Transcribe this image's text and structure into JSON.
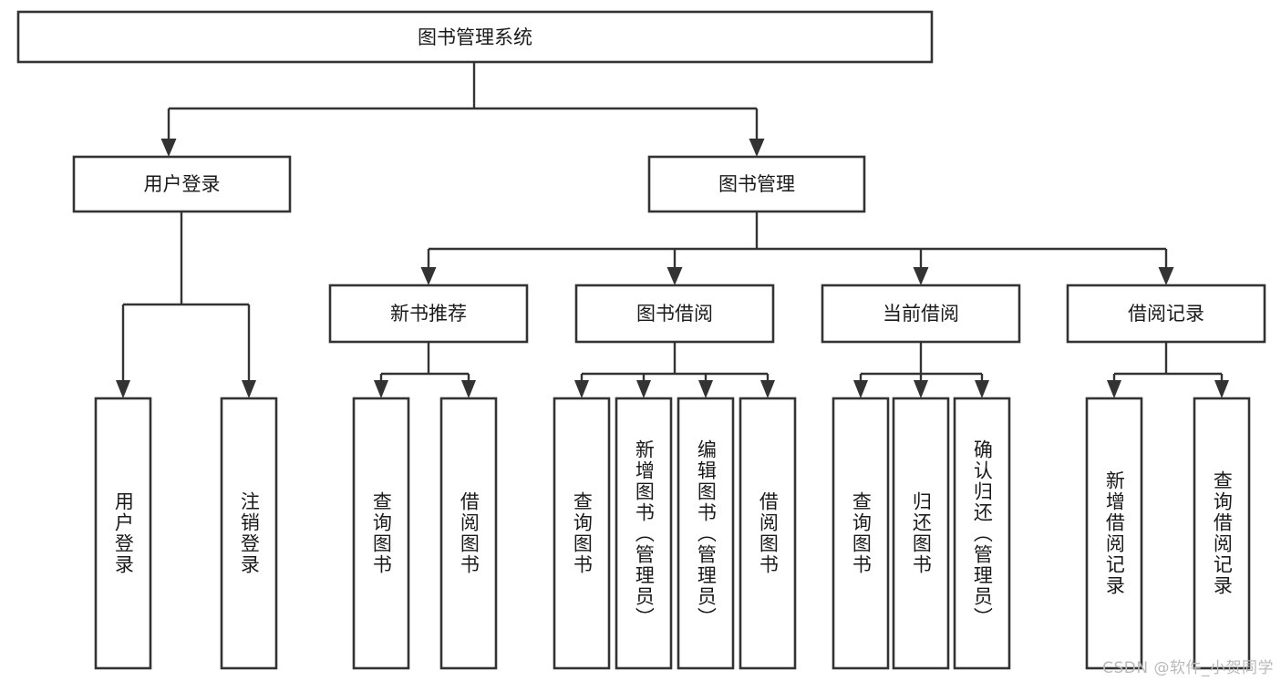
{
  "diagram": {
    "title": "图书管理系统",
    "type": "tree-hierarchy-diagram",
    "colors": {
      "box_stroke": "#333333",
      "box_fill": "#ffffff",
      "text": "#1a1a1a",
      "background": "#ffffff",
      "watermark": "#b9b9b9"
    },
    "root": {
      "label": "图书管理系统"
    },
    "level1": [
      {
        "label": "用户登录"
      },
      {
        "label": "图书管理"
      }
    ],
    "level2": [
      {
        "label": "新书推荐"
      },
      {
        "label": "图书借阅"
      },
      {
        "label": "当前借阅"
      },
      {
        "label": "借阅记录"
      }
    ],
    "leaves": {
      "user_login": [
        {
          "label": "用户登录"
        },
        {
          "label": "注销登录"
        }
      ],
      "new_book_recommend": [
        {
          "label": "查询图书"
        },
        {
          "label": "借阅图书"
        }
      ],
      "book_borrow": [
        {
          "label": "查询图书"
        },
        {
          "label": "新增图书（管理员）"
        },
        {
          "label": "编辑图书（管理员）"
        },
        {
          "label": "借阅图书"
        }
      ],
      "current_borrow": [
        {
          "label": "查询图书"
        },
        {
          "label": "归还图书"
        },
        {
          "label": "确认归还（管理员）"
        }
      ],
      "borrow_record": [
        {
          "label": "新增借阅记录"
        },
        {
          "label": "查询借阅记录"
        }
      ]
    },
    "watermark": "CSDN @软件_小贺同学"
  }
}
